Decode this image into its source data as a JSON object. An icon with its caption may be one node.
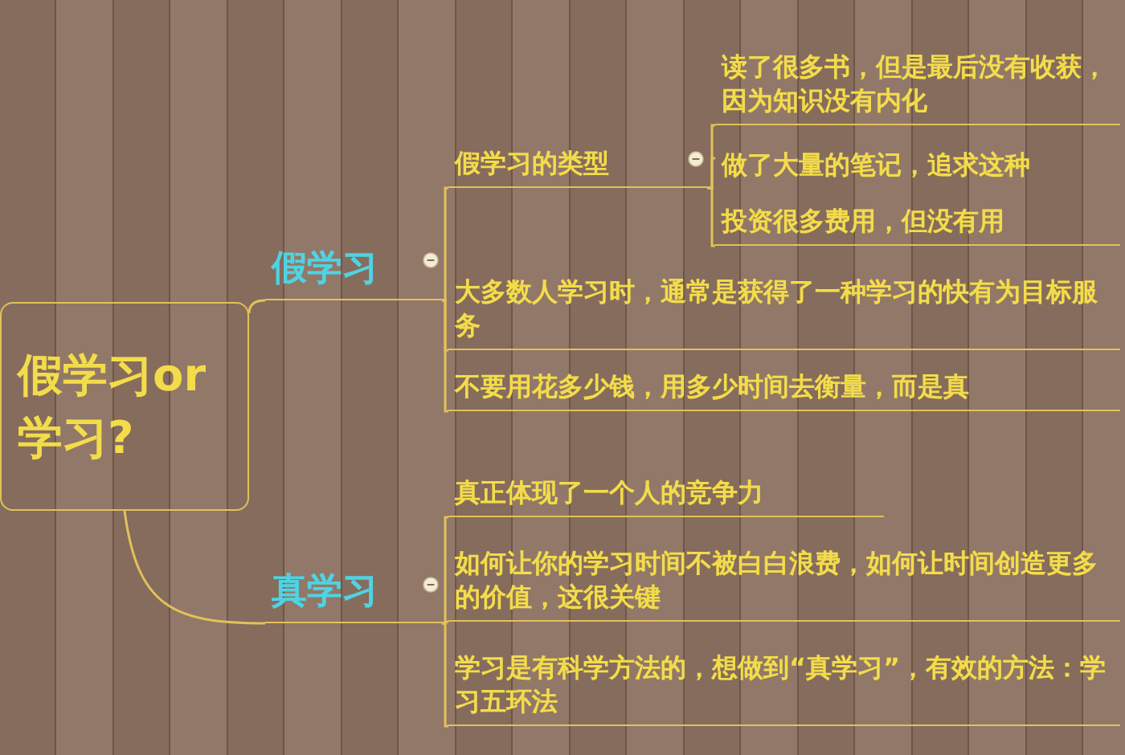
{
  "diagram": {
    "nodes": [
      {
        "text": [
          "假学习or学习?"
        ]
      },
      {
        "text": [
          "假学习"
        ]
      },
      {
        "text": [
          "假学习的类型"
        ]
      },
      {
        "text": [
          "读了很多书，但是最后没有收获，因为知识没有内化"
        ]
      },
      {
        "text": [
          "做了大量的笔记，追求这种"
        ]
      },
      {
        "text": [
          "投资很多费用，但没有用"
        ]
      },
      {
        "text": [
          "大多数人学习时，通常是获得了一种学习的快有为目标服务"
        ]
      },
      {
        "text": [
          "不要用花多少钱，用多少时间去衡量，而是真"
        ]
      },
      {
        "text": [
          "真学习"
        ]
      },
      {
        "text": [
          "真正体现了一个人的竞争力"
        ]
      },
      {
        "text": [
          "如何让你的学习时间不被白白浪费，如何让时间创造更多的价值，这很关键"
        ]
      },
      {
        "text": [
          "学习是有科学方法的，想做到“真学习”，有效的方法：学习五环法"
        ]
      }
    ],
    "edges": [
      {
        "from": 0,
        "to": 1,
        "arrow": "none"
      },
      {
        "from": 0,
        "to": 8,
        "arrow": "none"
      },
      {
        "from": 1,
        "to": 2,
        "arrow": "none"
      },
      {
        "from": 1,
        "to": 6,
        "arrow": "none"
      },
      {
        "from": 1,
        "to": 7,
        "arrow": "none"
      },
      {
        "from": 2,
        "to": 3,
        "arrow": "none"
      },
      {
        "from": 2,
        "to": 4,
        "arrow": "none"
      },
      {
        "from": 2,
        "to": 5,
        "arrow": "none"
      },
      {
        "from": 8,
        "to": 9,
        "arrow": "none"
      },
      {
        "from": 8,
        "to": 10,
        "arrow": "none"
      },
      {
        "from": 8,
        "to": 11,
        "arrow": "none"
      }
    ]
  }
}
